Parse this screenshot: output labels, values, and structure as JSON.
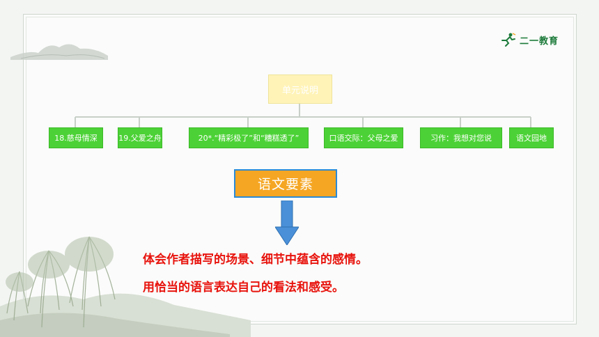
{
  "logo": {
    "text": "二一教育",
    "icon": "runner-logo-icon"
  },
  "tree": {
    "root": "单元说明",
    "children": [
      "18.慈母情深",
      "19.父爱之舟",
      "20*.“精彩极了”和“糟糕透了”",
      "口语交际：父母之爱",
      "习作：我想对您说",
      "语文园地"
    ]
  },
  "element_box": {
    "label": "语文要素"
  },
  "arrow_icon": "down-arrow-icon",
  "statements": {
    "line1": "体会作者描写的场景、细节中蕴含的感情。",
    "line2": "用恰当的语言表达自己的看法和感受。"
  },
  "colors": {
    "root_fill": "#fff3b8",
    "child_fill": "#4cd236",
    "element_fill": "#f5a623",
    "element_border": "#2a8ad6",
    "arrow": "#4a90d9",
    "statement_text": "#e8120c"
  }
}
